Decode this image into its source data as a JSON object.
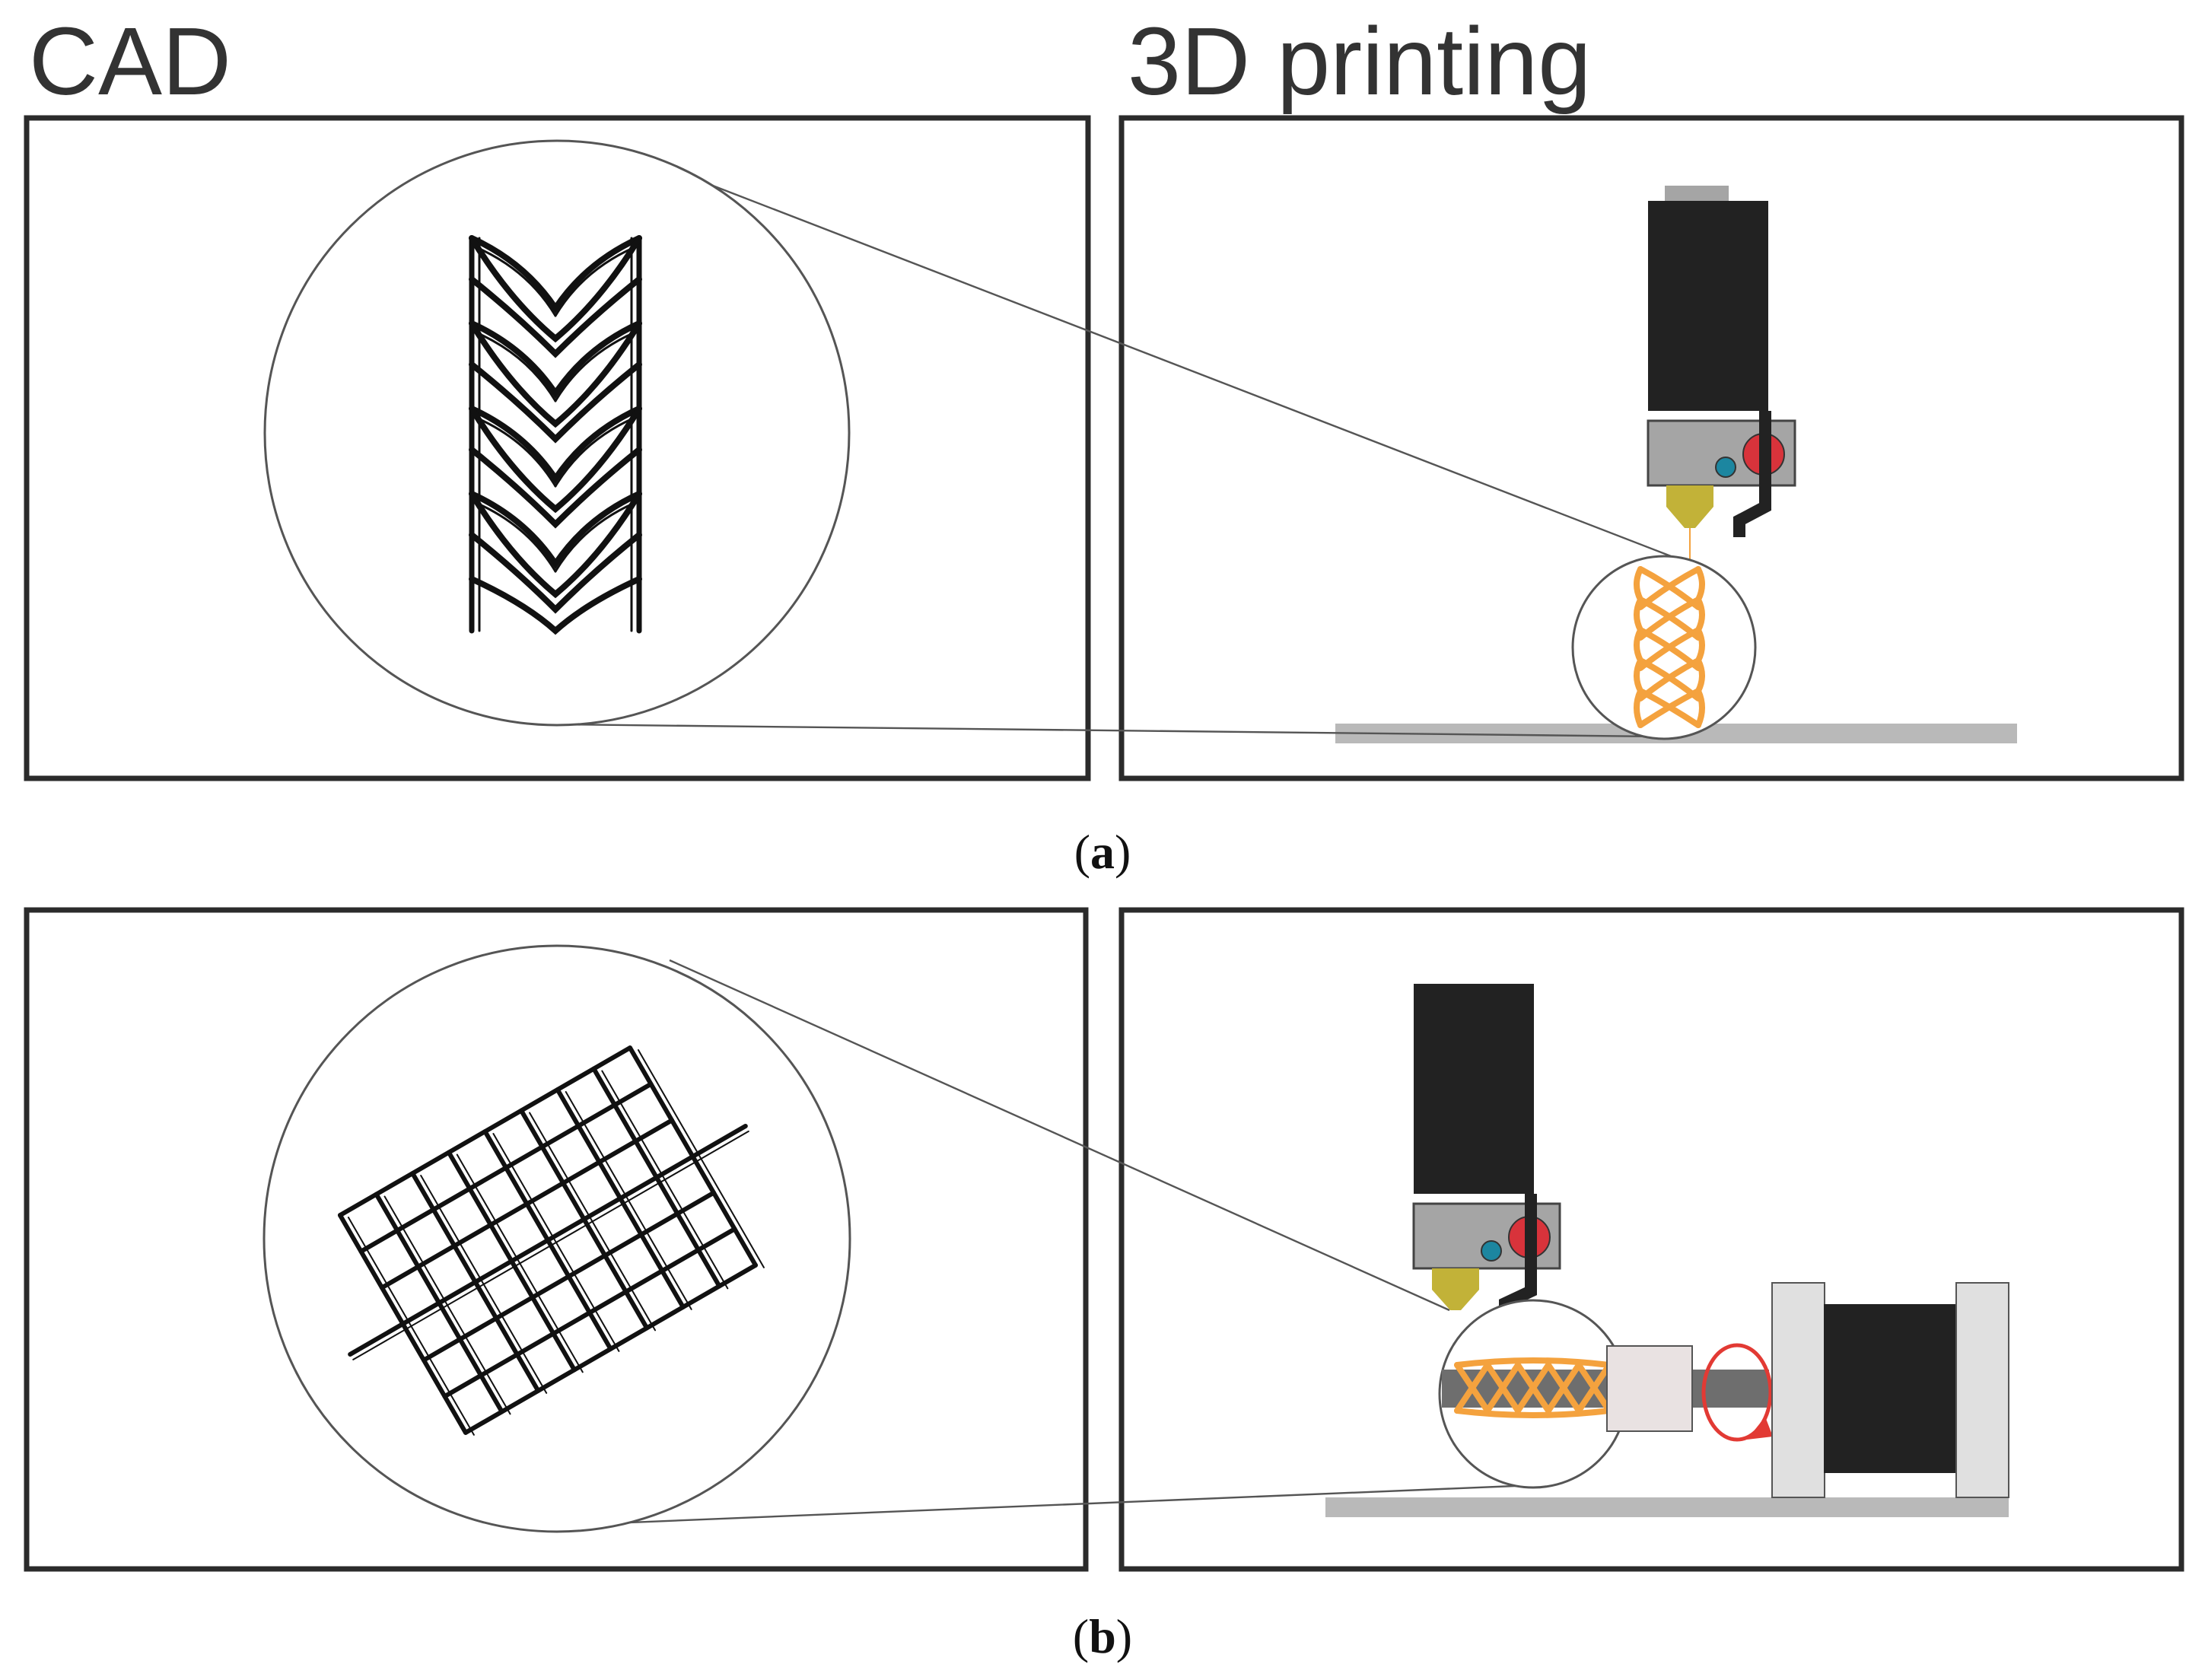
{
  "headings": {
    "left": "CAD",
    "right": "3D printing"
  },
  "captions": {
    "a": {
      "open": "(",
      "letter": "a",
      "close": ")"
    },
    "b": {
      "open": "(",
      "letter": "b",
      "close": ")"
    }
  },
  "colors": {
    "frame": "#2b2b2b",
    "motor_body": "#222222",
    "hotend_block": "#a5a5a5",
    "nozzle": "#c2b238",
    "thermistor": "#1c86a0",
    "heater": "#d8333b",
    "filament_print": "#f4a23e",
    "build_plate": "#b9b9b9",
    "rotation_arrow": "#e23a34"
  },
  "icons": {
    "cad_stent_a": "cylindrical-lattice-stent-drawing",
    "cad_stent_b": "flattened-lattice-grid-drawing",
    "printer_a": "fdm-extruder-over-flat-bed",
    "printer_b": "fdm-extruder-over-rotating-mandrel",
    "rotation": "circular-rotation-arrow"
  }
}
